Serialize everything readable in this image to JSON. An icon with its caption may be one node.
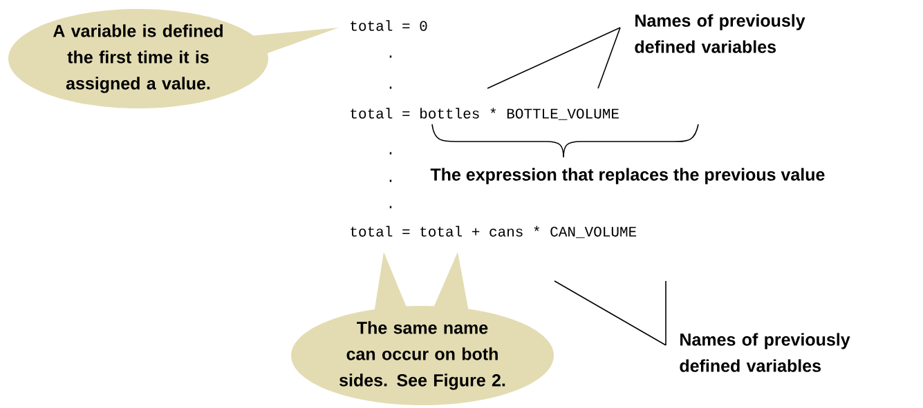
{
  "diagram": {
    "nodes": [
      {
        "text": [
          "A variable is defined the first time it is assigned a value."
        ]
      },
      {
        "text": [
          "The same name can occur on both sides. See Figure 2."
        ]
      },
      {
        "text": [
          "Names of previously defined variables"
        ]
      },
      {
        "text": [
          "Names of previously defined variables"
        ]
      }
    ],
    "edges": [
      {
        "from": 2,
        "to": null,
        "arrow": "none"
      },
      {
        "from": 2,
        "to": null,
        "arrow": "none"
      },
      {
        "from": 3,
        "to": null,
        "arrow": "none"
      },
      {
        "from": 3,
        "to": null,
        "arrow": "none"
      }
    ],
    "labels": [
      "total = 0",
      ".",
      ".",
      "total = bottles * BOTTLE_VOLUME",
      "The expression that replaces the previous value",
      ".",
      ".",
      ".",
      "total = total + cans * CAN_VOLUME"
    ]
  }
}
